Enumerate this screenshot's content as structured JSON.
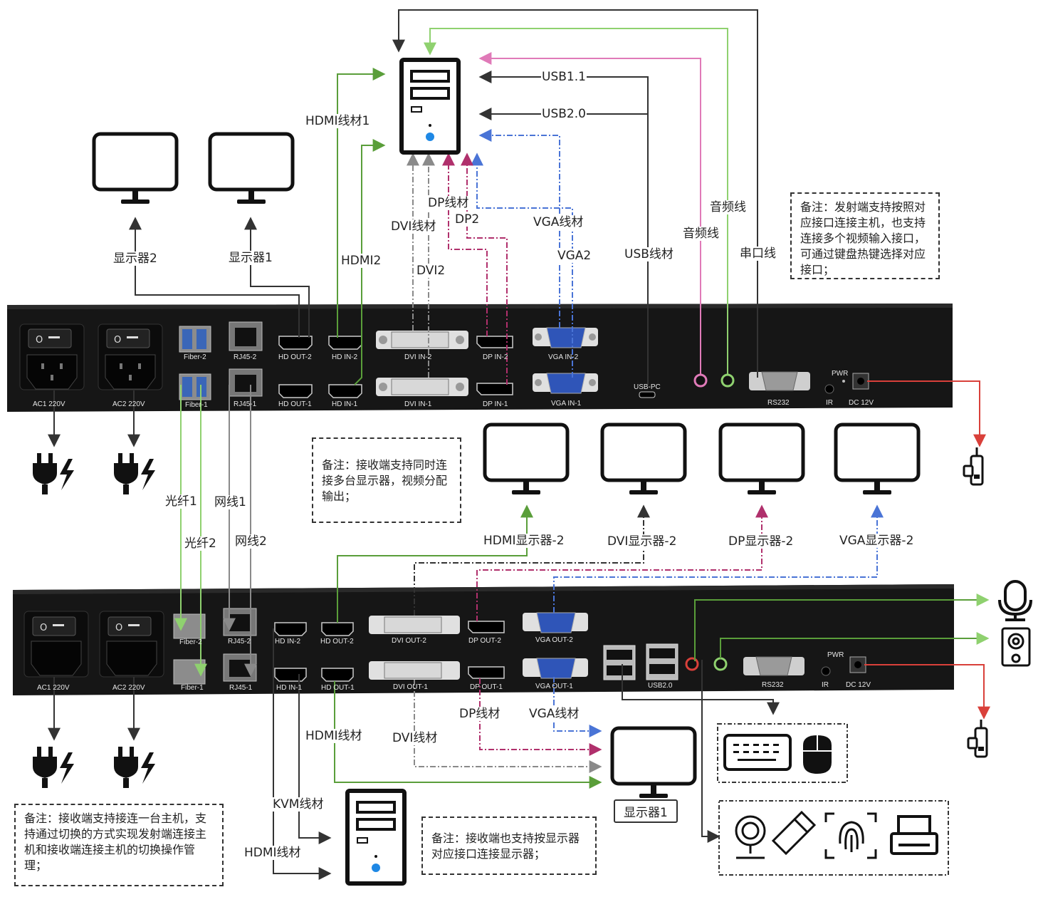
{
  "top_cables": {
    "hdmi_cable_1": "HDMI线材1",
    "hdmi_2": "HDMI2",
    "dp_cable": "DP线材",
    "dp_2": "DP2",
    "dvi_cable": "DVI线材",
    "dvi_2": "DVI2",
    "vga_cable": "VGA线材",
    "vga_2": "VGA2",
    "usb_1_1": "USB1.1",
    "usb_2_0": "USB2.0",
    "usb_cable": "USB线材",
    "audio_line_1": "音频线",
    "audio_line_2": "音频线",
    "serial_line": "串口线",
    "monitor_2": "显示器2",
    "monitor_1": "显示器1"
  },
  "links": {
    "fiber_1": "光纤1",
    "fiber_2": "光纤2",
    "net_1": "网线1",
    "net_2": "网线2"
  },
  "receiver_outputs": {
    "hdmi_monitor_2": "HDMI显示器-2",
    "dvi_monitor_2": "DVI显示器-2",
    "dp_monitor_2": "DP显示器-2",
    "vga_monitor_2": "VGA显示器-2"
  },
  "bottom_cables": {
    "dp_cable": "DP线材",
    "vga_cable": "VGA线材",
    "hdmi_cable_a": "HDMI线材",
    "dvi_cable": "DVI线材",
    "kvm_cable": "KVM线材",
    "hdmi_cable_b": "HDMI线材",
    "monitor_1": "显示器1"
  },
  "notes": {
    "transmitter": "备注：发射端支持按照对应接口连接主机，也支持连接多个视频输入接口，可通过键盘热键选择对应接口；",
    "receiver_multi": "备注：接收端支持同时连接多台显示器，视频分配输出；",
    "receiver_host": "备注：接收端支持接连一台主机，支持通过切换的方式实现发射端连接主机和接收端连接主机的切换操作管理；",
    "receiver_ports": "备注：接收端也支持按显示器对应接口连接显示器；"
  },
  "tx_panel": {
    "ac1": "AC1 220V",
    "ac2": "AC2 220V",
    "fiber2": "Fiber-2",
    "fiber1": "Fiber-1",
    "rj45_2": "RJ45-2",
    "rj45_1": "RJ45-1",
    "hd_out_2": "HD OUT-2",
    "hd_out_1": "HD OUT-1",
    "hd_in_2": "HD IN-2",
    "hd_in_1": "HD IN-1",
    "dvi_in_2": "DVI IN-2",
    "dvi_in_1": "DVI IN-1",
    "dp_in_2": "DP IN-2",
    "dp_in_1": "DP IN-1",
    "vga_in_2": "VGA IN-2",
    "vga_in_1": "VGA IN-1",
    "usb_pc": "USB-PC",
    "rs232": "RS232",
    "ir": "IR",
    "pwr": "PWR",
    "dc12v": "DC 12V"
  },
  "rx_panel": {
    "ac1": "AC1 220V",
    "ac2": "AC2 220V",
    "fiber2": "Fiber-2",
    "fiber1": "Fiber-1",
    "rj45_2": "RJ45-2",
    "rj45_1": "RJ45-1",
    "hd_in_2": "HD IN-2",
    "hd_in_1": "HD IN-1",
    "hd_out_2": "HD OUT-2",
    "hd_out_1": "HD OUT-1",
    "dvi_out_2": "DVI OUT-2",
    "dvi_out_1": "DVI OUT-1",
    "dp_out_2": "DP OUT-2",
    "dp_out_1": "DP OUT-1",
    "vga_out_2": "VGA OUT-2",
    "vga_out_1": "VGA OUT-1",
    "usb2_0": "USB2.0",
    "rs232": "RS232",
    "ir": "IR",
    "pwr": "PWR",
    "dc12v": "DC 12V"
  },
  "colors": {
    "hdmi": "#5a9e3a",
    "fiber": "#8fd16f",
    "net": "#8a8a8a",
    "dp": "#b0306c",
    "vga": "#4a74d6",
    "dvi": "#8a8a8a",
    "audio_mic": "#e07ab8",
    "audio_spk": "#8fd16f",
    "power": "#d9403a",
    "black": "#333333"
  }
}
